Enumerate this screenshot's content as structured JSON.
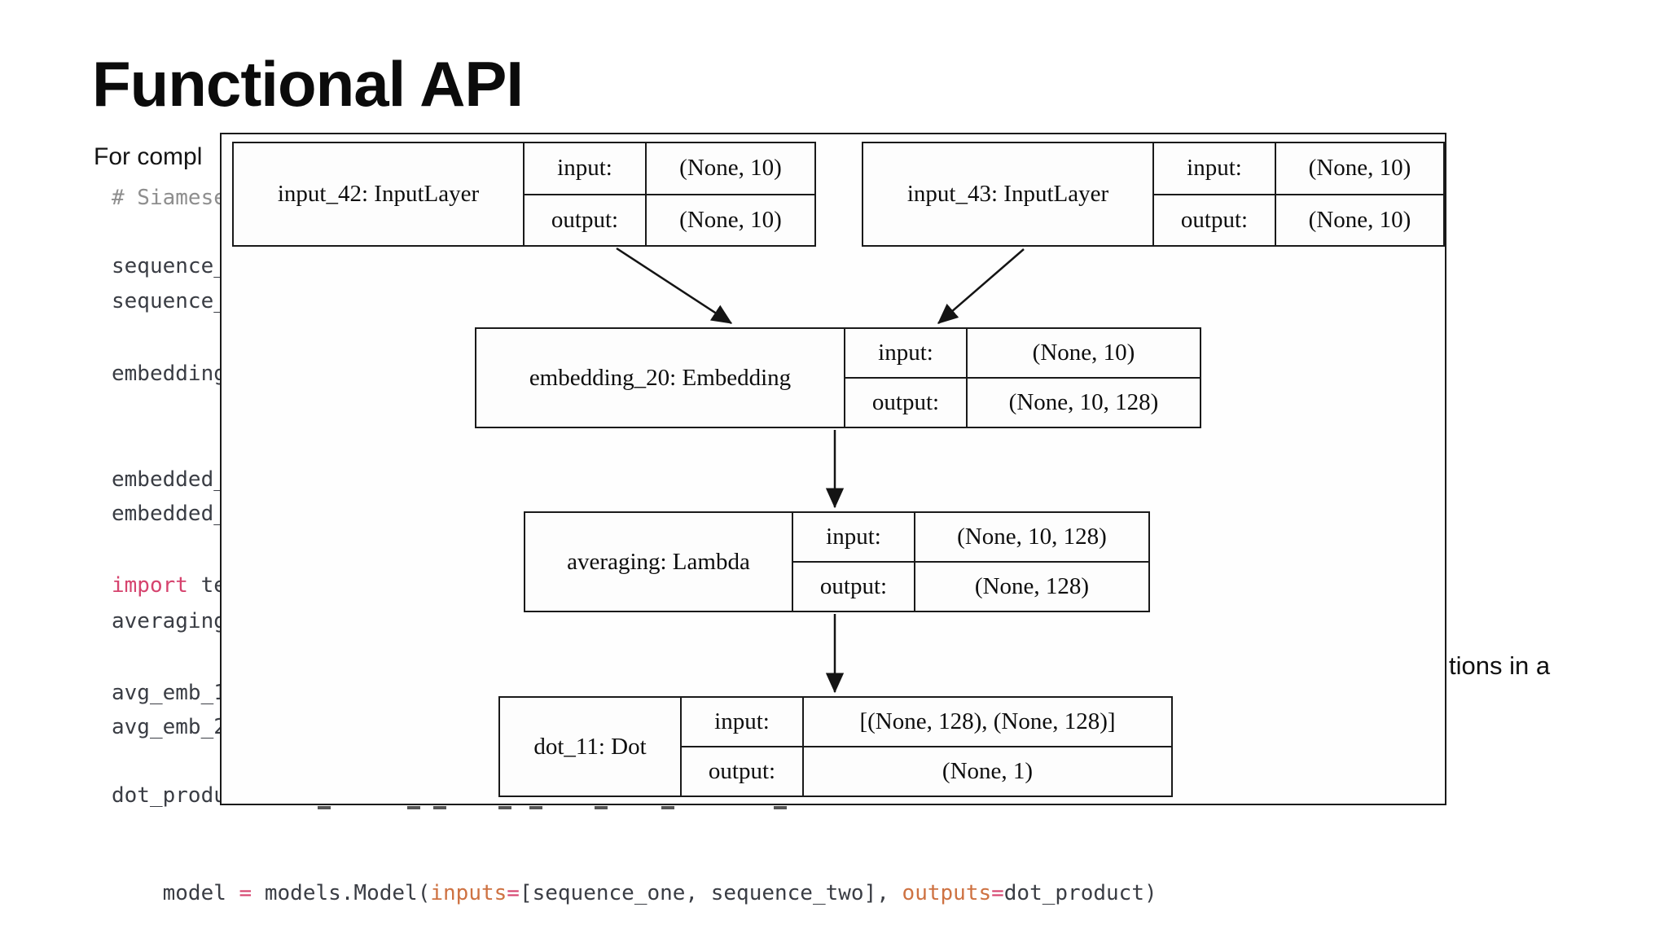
{
  "slide": {
    "title": "Functional API",
    "subtitle_fragment": "For compl",
    "right_text_fragment": "tions in a",
    "colors": {
      "code_default": "#3a3d44",
      "code_comment": "#8e8e8e",
      "code_keyword": "#d6436e",
      "code_param": "#ce7242",
      "diagram_border": "#1a1a1a"
    },
    "code": {
      "lines": [
        {
          "segments": [
            {
              "text": "# Siamese",
              "color": "comment"
            }
          ]
        },
        {
          "segments": [
            {
              "text": "sequence_",
              "color": "default"
            }
          ]
        },
        {
          "segments": [
            {
              "text": "sequence_",
              "color": "default"
            }
          ]
        },
        {
          "segments": [
            {
              "text": "embedding",
              "color": "default"
            }
          ]
        },
        {
          "segments": [
            {
              "text": "embedded_",
              "color": "default"
            }
          ]
        },
        {
          "segments": [
            {
              "text": "embedded_",
              "color": "default"
            }
          ]
        },
        {
          "segments": [
            {
              "text": "import",
              "color": "keyword"
            },
            {
              "text": " te",
              "color": "default"
            }
          ]
        },
        {
          "segments": [
            {
              "text": "averaging",
              "color": "default"
            }
          ]
        },
        {
          "segments": [
            {
              "text": "avg_emb_1",
              "color": "default"
            }
          ]
        },
        {
          "segments": [
            {
              "text": "avg_emb_2",
              "color": "default"
            }
          ]
        },
        {
          "segments": [
            {
              "text": "dot_produ",
              "color": "default"
            }
          ]
        },
        {
          "segments": [
            {
              "text": "model ",
              "color": "default"
            },
            {
              "text": "=",
              "color": "keyword"
            },
            {
              "text": " models.Model(",
              "color": "default"
            },
            {
              "text": "inputs",
              "color": "param"
            },
            {
              "text": "=",
              "color": "keyword"
            },
            {
              "text": "[sequence_one, sequence_two], ",
              "color": "default"
            },
            {
              "text": "outputs",
              "color": "param"
            },
            {
              "text": "=",
              "color": "keyword"
            },
            {
              "text": "dot_product)",
              "color": "default"
            }
          ]
        }
      ]
    }
  },
  "diagram": {
    "nodes": [
      {
        "id": "input_42",
        "name": "input_42: InputLayer",
        "rows": [
          {
            "label": "input:",
            "value": "(None, 10)"
          },
          {
            "label": "output:",
            "value": "(None, 10)"
          }
        ]
      },
      {
        "id": "input_43",
        "name": "input_43: InputLayer",
        "rows": [
          {
            "label": "input:",
            "value": "(None, 10)"
          },
          {
            "label": "output:",
            "value": "(None, 10)"
          }
        ]
      },
      {
        "id": "embedding_20",
        "name": "embedding_20: Embedding",
        "rows": [
          {
            "label": "input:",
            "value": "(None, 10)"
          },
          {
            "label": "output:",
            "value": "(None, 10, 128)"
          }
        ]
      },
      {
        "id": "averaging",
        "name": "averaging: Lambda",
        "rows": [
          {
            "label": "input:",
            "value": "(None, 10, 128)"
          },
          {
            "label": "output:",
            "value": "(None, 128)"
          }
        ]
      },
      {
        "id": "dot_11",
        "name": "dot_11: Dot",
        "rows": [
          {
            "label": "input:",
            "value": "[(None, 128), (None, 128)]"
          },
          {
            "label": "output:",
            "value": "(None, 1)"
          }
        ]
      }
    ],
    "edges": [
      {
        "from": "input_42",
        "to": "embedding_20"
      },
      {
        "from": "input_43",
        "to": "embedding_20"
      },
      {
        "from": "embedding_20",
        "to": "averaging"
      },
      {
        "from": "averaging",
        "to": "dot_11"
      }
    ]
  }
}
